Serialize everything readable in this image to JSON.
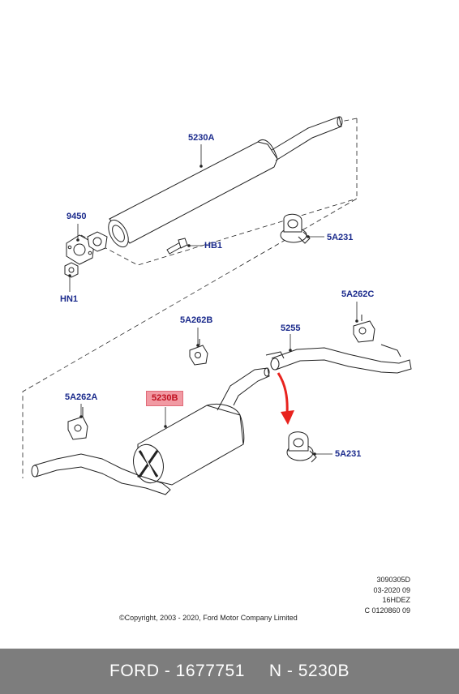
{
  "callouts": {
    "front_muffler": "5230A",
    "gasket": "9450",
    "nut": "HN1",
    "bolt": "HB1",
    "clamp_upper": "5A231",
    "hanger_c": "5A262C",
    "hanger_b": "5A262B",
    "tail_pipe": "5255",
    "rear_muffler": "5230B",
    "hanger_a": "5A262A",
    "clamp_lower": "5A231"
  },
  "highlighted_part": "5230B",
  "meta": {
    "line1": "3090305D",
    "line2": "03-2020 09",
    "line3": "16HDEZ",
    "line4": "C 0120860 09"
  },
  "copyright": "©Copyright, 2003 - 2020, Ford Motor Company Limited",
  "footer": {
    "brand_part": "FORD - 1677751",
    "ref": "N - 5230B"
  },
  "colors": {
    "callout_text": "#1a2a8c",
    "highlight_bg": "#f19aa3",
    "highlight_text": "#c01020",
    "arrow": "#e8231e",
    "footer_bg": "#7d7d7d"
  }
}
